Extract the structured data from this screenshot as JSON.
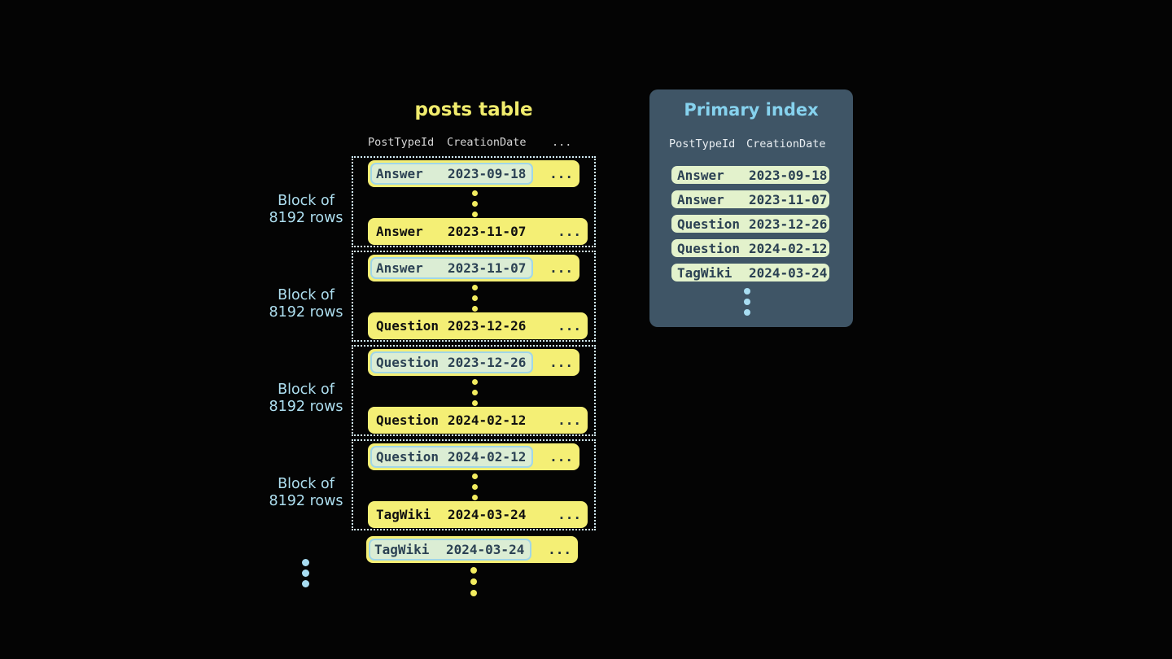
{
  "posts_table": {
    "title": "posts table",
    "headers": {
      "col1": "PostTypeId",
      "col2": "CreationDate",
      "col3": "..."
    },
    "block_label": {
      "line1": "Block of",
      "line2": "8192 rows"
    },
    "row_ellipsis": "...",
    "blocks": [
      {
        "first_row": {
          "post_type": "Answer",
          "creation_date": "2023-09-18"
        },
        "last_row": {
          "post_type": "Answer",
          "creation_date": "2023-11-07"
        }
      },
      {
        "first_row": {
          "post_type": "Answer",
          "creation_date": "2023-11-07"
        },
        "last_row": {
          "post_type": "Question",
          "creation_date": "2023-12-26"
        }
      },
      {
        "first_row": {
          "post_type": "Question",
          "creation_date": "2023-12-26"
        },
        "last_row": {
          "post_type": "Question",
          "creation_date": "2024-02-12"
        }
      },
      {
        "first_row": {
          "post_type": "Question",
          "creation_date": "2024-02-12"
        },
        "last_row": {
          "post_type": "TagWiki",
          "creation_date": "2024-03-24"
        }
      }
    ],
    "overflow_row": {
      "post_type": "TagWiki",
      "creation_date": "2024-03-24"
    }
  },
  "primary_index": {
    "title": "Primary index",
    "headers": {
      "col1": "PostTypeId",
      "col2": "CreationDate"
    },
    "rows": [
      {
        "post_type": "Answer",
        "creation_date": "2023-09-18"
      },
      {
        "post_type": "Answer",
        "creation_date": "2023-11-07"
      },
      {
        "post_type": "Question",
        "creation_date": "2023-12-26"
      },
      {
        "post_type": "Question",
        "creation_date": "2024-02-12"
      },
      {
        "post_type": "TagWiki",
        "creation_date": "2024-03-24"
      }
    ]
  },
  "colors": {
    "background": "#040404",
    "row_yellow": "#f4ef75",
    "title_yellow": "#f1ec6d",
    "highlight_mint": "#dbedd4",
    "highlight_border_blue": "#a0d6e8",
    "accent_light_blue": "#aedff0",
    "panel_slate": "#3f5566",
    "index_row_mint": "#e3f2cc",
    "dark_navy_text": "#2c4254"
  }
}
